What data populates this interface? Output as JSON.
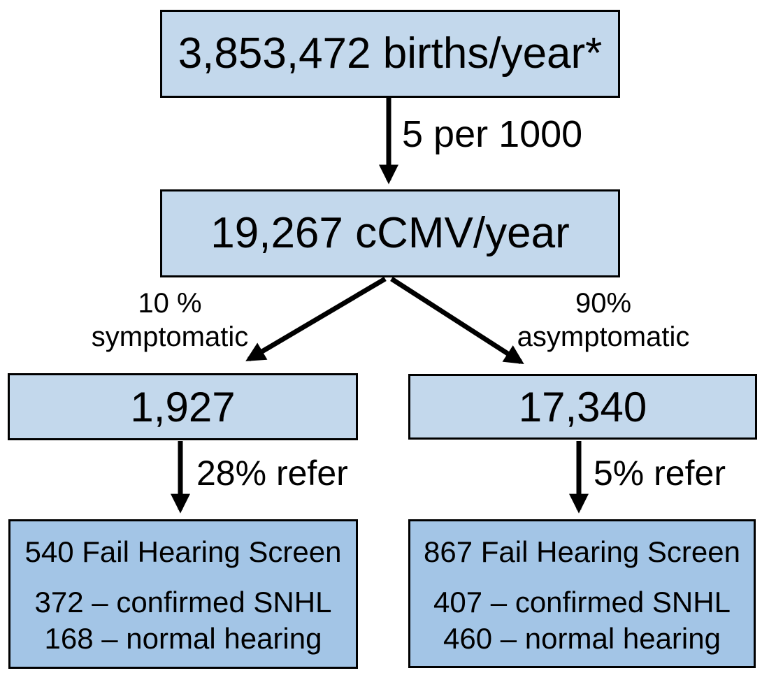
{
  "colors": {
    "background": "#FFFFFF",
    "box_fill_light": "#C3D8EC",
    "box_fill_dark": "#A3C5E6",
    "box_border": "#000000",
    "arrow": "#000000",
    "text": "#000000"
  },
  "boxes": {
    "births": {
      "label": "3,853,472 births/year*"
    },
    "ccmv": {
      "label": "19,267 cCMV/year"
    },
    "symptomatic_count": {
      "label": "1,927"
    },
    "asymptomatic_count": {
      "label": "17,340"
    },
    "symptomatic_outcome": {
      "line1": "540 Fail Hearing Screen",
      "line2": "372 – confirmed SNHL",
      "line3": "168 – normal hearing"
    },
    "asymptomatic_outcome": {
      "line1": "867 Fail Hearing Screen",
      "line2": "407 – confirmed SNHL",
      "line3": "460 – normal hearing"
    }
  },
  "arrow_labels": {
    "rate": "5 per 1000",
    "symptomatic_line1": "10 %",
    "symptomatic_line2": "symptomatic",
    "asymptomatic_line1": "90%",
    "asymptomatic_line2": "asymptomatic",
    "symptomatic_refer": "28% refer",
    "asymptomatic_refer": "5% refer"
  }
}
